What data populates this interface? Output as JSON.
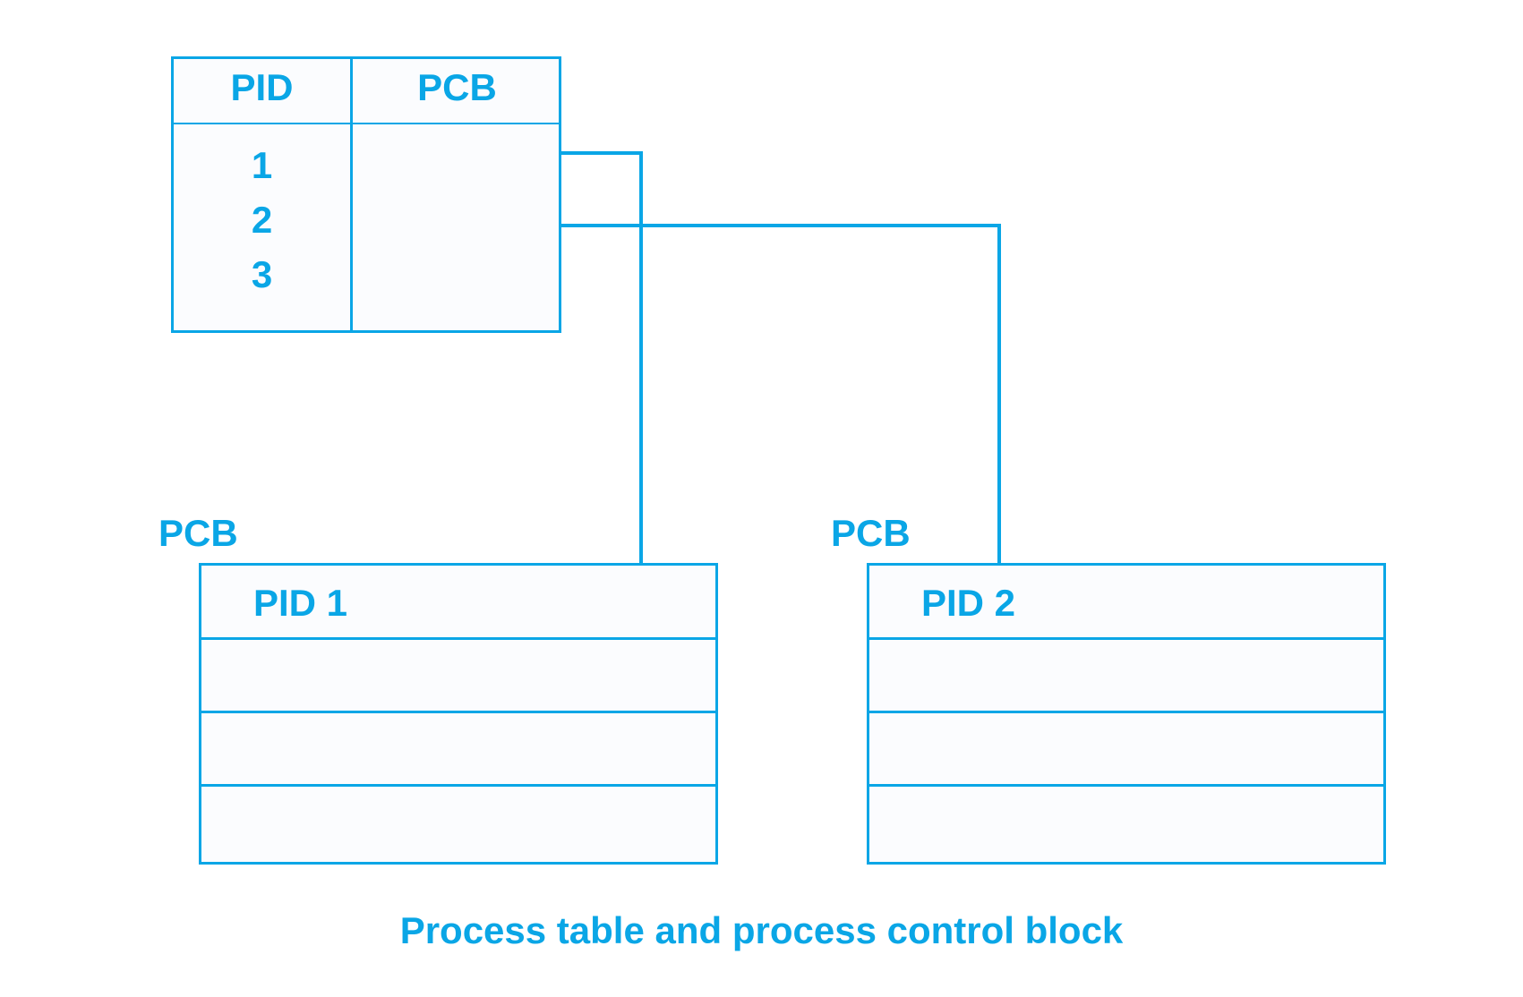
{
  "process_table": {
    "headers": {
      "pid": "PID",
      "pcb": "PCB"
    },
    "rows": [
      "1",
      "2",
      "3"
    ]
  },
  "pcb_blocks": [
    {
      "caption": "PCB",
      "title": "PID 1"
    },
    {
      "caption": "PCB",
      "title": "PID 2"
    }
  ],
  "figure_caption": "Process table and process control block",
  "colors": {
    "stroke": "#0aa6e6",
    "fill": "#fbfcfe",
    "background": "#ffffff"
  }
}
